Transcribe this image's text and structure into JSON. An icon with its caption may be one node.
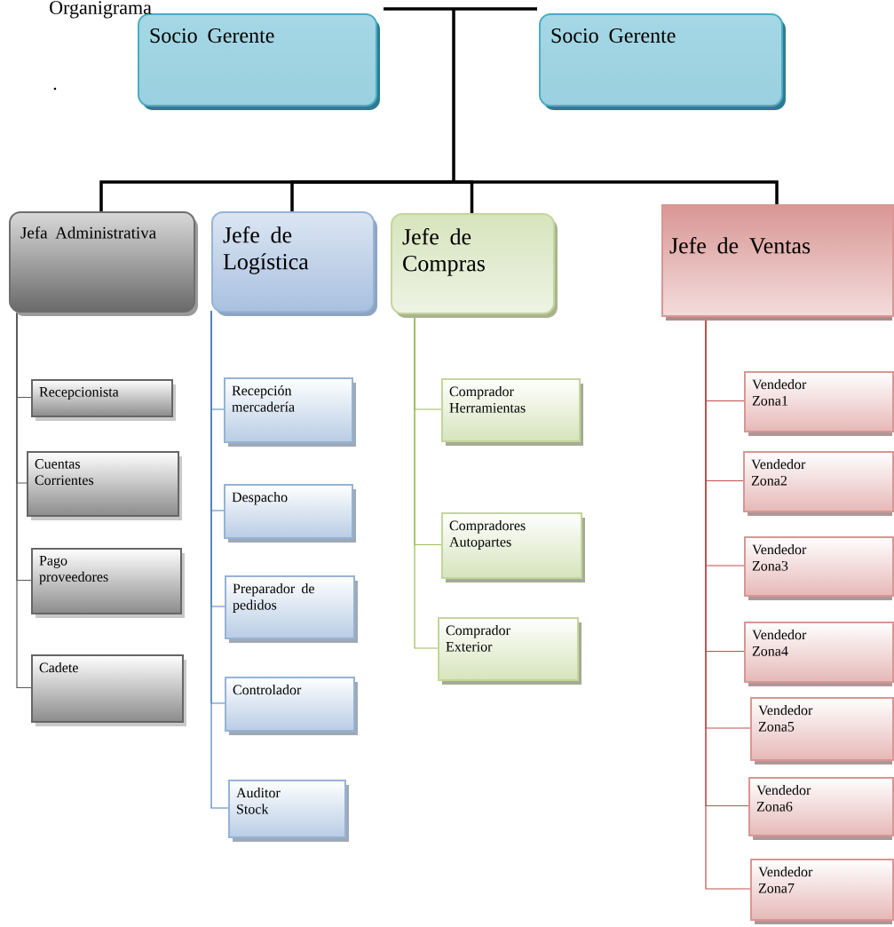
{
  "diagram": {
    "title": "Organigrama",
    "nodes": [
      {
        "text": [
          "Socio Gerente"
        ]
      },
      {
        "text": [
          "Socio Gerente"
        ]
      },
      {
        "text": [
          "Jefa Administrativa"
        ]
      },
      {
        "text": [
          "Jefe de Logística"
        ]
      },
      {
        "text": [
          "Jefe de Compras"
        ]
      },
      {
        "text": [
          "Jefe de Ventas"
        ]
      },
      {
        "text": [
          "Recepcionista"
        ]
      },
      {
        "text": [
          "Cuentas Corrientes"
        ]
      },
      {
        "text": [
          "Pago proveedores"
        ]
      },
      {
        "text": [
          "Cadete"
        ]
      },
      {
        "text": [
          "Recepción mercadería"
        ]
      },
      {
        "text": [
          "Despacho"
        ]
      },
      {
        "text": [
          "Preparador de pedidos"
        ]
      },
      {
        "text": [
          "Controlador"
        ]
      },
      {
        "text": [
          "Auditor Stock"
        ]
      },
      {
        "text": [
          "Comprador Herramientas"
        ]
      },
      {
        "text": [
          "Compradores Autopartes"
        ]
      },
      {
        "text": [
          "Comprador Exterior"
        ]
      },
      {
        "text": [
          "Vendedor Zona1"
        ]
      },
      {
        "text": [
          "Vendedor Zona2"
        ]
      },
      {
        "text": [
          "Vendedor Zona3"
        ]
      },
      {
        "text": [
          "Vendedor Zona4"
        ]
      },
      {
        "text": [
          "Vendedor Zona5"
        ]
      },
      {
        "text": [
          "Vendedor Zona6"
        ]
      },
      {
        "text": [
          "Vendedor Zona7"
        ]
      }
    ],
    "edges": [
      {
        "from": null,
        "to": 2,
        "arrow": "none",
        "style": "thick",
        "color": "#000000"
      },
      {
        "from": null,
        "to": 3,
        "arrow": "none",
        "style": "thick",
        "color": "#000000"
      },
      {
        "from": null,
        "to": 4,
        "arrow": "none",
        "style": "thick",
        "color": "#000000"
      },
      {
        "from": null,
        "to": 5,
        "arrow": "none",
        "style": "thick",
        "color": "#000000"
      },
      {
        "from": 2,
        "to": 6,
        "arrow": "none",
        "color": "#595959"
      },
      {
        "from": 2,
        "to": 7,
        "arrow": "none",
        "color": "#595959"
      },
      {
        "from": 2,
        "to": 8,
        "arrow": "none",
        "color": "#595959"
      },
      {
        "from": 2,
        "to": 9,
        "arrow": "none",
        "color": "#595959"
      },
      {
        "from": 3,
        "to": 10,
        "arrow": "none",
        "color": "#4f81bd"
      },
      {
        "from": 3,
        "to": 11,
        "arrow": "none",
        "color": "#4f81bd"
      },
      {
        "from": 3,
        "to": 12,
        "arrow": "none",
        "color": "#4f81bd"
      },
      {
        "from": 3,
        "to": 13,
        "arrow": "none",
        "color": "#4f81bd"
      },
      {
        "from": 3,
        "to": 14,
        "arrow": "none",
        "color": "#4f81bd"
      },
      {
        "from": 4,
        "to": 15,
        "arrow": "none",
        "color": "#9bbb59"
      },
      {
        "from": 4,
        "to": 16,
        "arrow": "none",
        "color": "#9bbb59"
      },
      {
        "from": 4,
        "to": 17,
        "arrow": "none",
        "color": "#9bbb59"
      },
      {
        "from": 5,
        "to": 18,
        "arrow": "none",
        "color": "#c0504d"
      },
      {
        "from": 5,
        "to": 19,
        "arrow": "none",
        "color": "#c0504d"
      },
      {
        "from": 5,
        "to": 20,
        "arrow": "none",
        "color": "#c0504d"
      },
      {
        "from": 5,
        "to": 21,
        "arrow": "none",
        "color": "#c0504d"
      },
      {
        "from": 5,
        "to": 22,
        "arrow": "none",
        "color": "#c0504d"
      },
      {
        "from": 5,
        "to": 23,
        "arrow": "none",
        "color": "#c0504d"
      },
      {
        "from": 5,
        "to": 24,
        "arrow": "none",
        "color": "#c0504d"
      }
    ],
    "labels": [
      "."
    ]
  }
}
